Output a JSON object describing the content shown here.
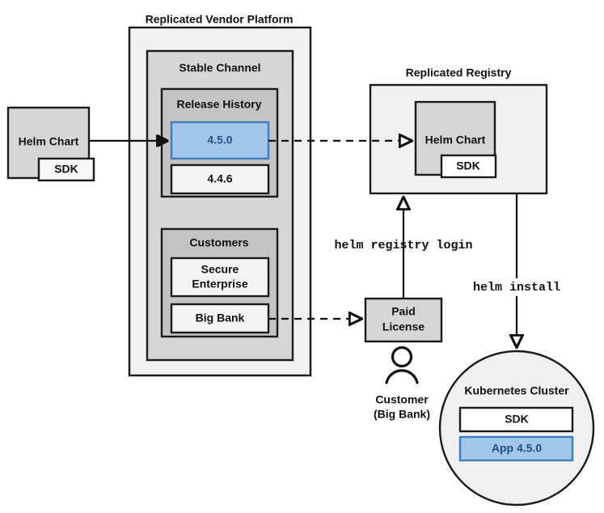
{
  "diagram": {
    "title_vendor_platform": "Replicated Vendor Platform",
    "title_registry": "Replicated Registry",
    "stable_channel": "Stable Channel",
    "release_history": "Release History",
    "release_current": "4.5.0",
    "release_previous": "4.4.6",
    "customers": "Customers",
    "customer_secure_enterprise_line1": "Secure",
    "customer_secure_enterprise_line2": "Enterprise",
    "customer_big_bank": "Big Bank",
    "helm_chart_source": "Helm Chart",
    "helm_chart_source_sdk": "SDK",
    "registry_helm_chart": "Helm Chart",
    "registry_sdk": "SDK",
    "paid_license_line1": "Paid",
    "paid_license_line2": "License",
    "customer_person_line1": "Customer",
    "customer_person_line2": "(Big Bank)",
    "kubernetes_cluster": "Kubernetes Cluster",
    "cluster_sdk": "SDK",
    "cluster_app": "App 4.5.0",
    "cmd_helm_registry_login": "helm registry login",
    "cmd_helm_install": "helm install"
  },
  "colors": {
    "accent_blue_fill": "#a3c7e8",
    "accent_blue_stroke": "#3d7ebd",
    "accent_blue_text": "#1d4f80",
    "outer_fill": "#f0f0f0",
    "channel_fill": "#d6d6d6",
    "inner_fill": "#c4c4c4",
    "box_fill": "#f4f4f4",
    "chart_fill": "#d6d6d6",
    "stroke": "#1a1a1a"
  }
}
